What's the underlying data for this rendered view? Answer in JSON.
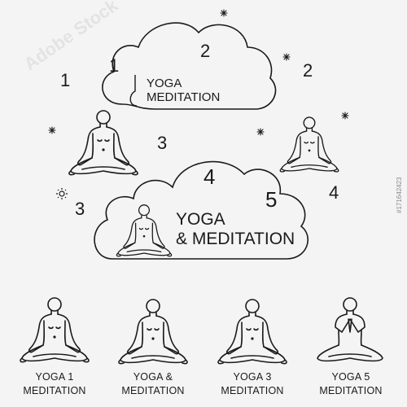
{
  "top_cloud": {
    "line1": "YOGA",
    "line2": "MEDITATION",
    "nums": [
      "1",
      "2"
    ]
  },
  "big_cloud": {
    "line1": "YOGA",
    "line2": "& MEDITATION",
    "nums": [
      "4",
      "5"
    ]
  },
  "floating_numbers": [
    "1",
    "2",
    "3",
    "3",
    "4"
  ],
  "captions": [
    {
      "line1": "YOGA 1",
      "line2": "MEDITATION"
    },
    {
      "line1": "YOGA &",
      "line2": "MEDITATION"
    },
    {
      "line1": "YOGA 3",
      "line2": "MEDITATION"
    },
    {
      "line1": "YOGA 5",
      "line2": "MEDITATION"
    }
  ],
  "stock_id": "#171642423",
  "watermark": "Adobe Stock"
}
